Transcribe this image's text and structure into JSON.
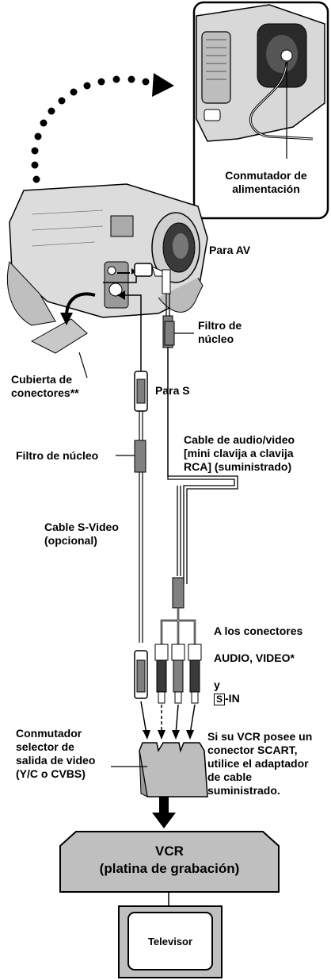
{
  "labels": {
    "power_switch": "Conmutador de\nalimentación",
    "para_av": "Para AV",
    "filtro_nucleo_right": "Filtro de\nnúcleo",
    "cubierta": "Cubierta de\nconectores**",
    "para_s": "Para S",
    "filtro_nucleo_left": "Filtro de núcleo",
    "av_cable": "Cable de audio/video\n[mini clavija a clavija\nRCA] (suministrado)",
    "svideo_cable": "Cable S-Video\n(opcional)",
    "connectors_line1": "A los conectores",
    "connectors_line2": "AUDIO, VIDEO*",
    "connectors_y": "y",
    "connectors_s": "S",
    "connectors_in": "-IN",
    "selector": "Conmutador\nselector de\nsalida de video\n(Y/C o CVBS)",
    "scart": "Si su VCR posee un\nconector SCART,\nutilice el adaptador\nde cable\nsuministrado.",
    "vcr": "VCR\n(platina de grabación)",
    "tv": "Televisor"
  }
}
